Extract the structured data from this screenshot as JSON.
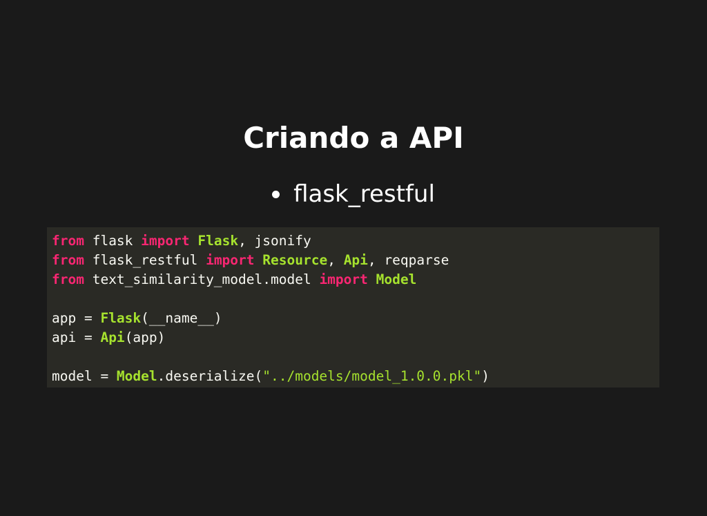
{
  "slide": {
    "title": "Criando a API",
    "bullets": [
      "flask_restful"
    ]
  },
  "code": {
    "language": "python",
    "theme_colors": {
      "background": "#2a2a25",
      "keyword": "#f92672",
      "class_name": "#a6e22e",
      "string": "#a6e22e",
      "plain": "#f8f8f2"
    },
    "lines": [
      [
        {
          "t": "keyword",
          "v": "from"
        },
        {
          "t": "plain",
          "v": " flask "
        },
        {
          "t": "keyword",
          "v": "import"
        },
        {
          "t": "plain",
          "v": " "
        },
        {
          "t": "class",
          "v": "Flask"
        },
        {
          "t": "plain",
          "v": ", jsonify"
        }
      ],
      [
        {
          "t": "keyword",
          "v": "from"
        },
        {
          "t": "plain",
          "v": " flask_restful "
        },
        {
          "t": "keyword",
          "v": "import"
        },
        {
          "t": "plain",
          "v": " "
        },
        {
          "t": "class",
          "v": "Resource"
        },
        {
          "t": "plain",
          "v": ", "
        },
        {
          "t": "class",
          "v": "Api"
        },
        {
          "t": "plain",
          "v": ", reqparse"
        }
      ],
      [
        {
          "t": "keyword",
          "v": "from"
        },
        {
          "t": "plain",
          "v": " text_similarity_model.model "
        },
        {
          "t": "keyword",
          "v": "import"
        },
        {
          "t": "plain",
          "v": " "
        },
        {
          "t": "class",
          "v": "Model"
        }
      ],
      [],
      [
        {
          "t": "plain",
          "v": "app = "
        },
        {
          "t": "class",
          "v": "Flask"
        },
        {
          "t": "plain",
          "v": "(__name__)"
        }
      ],
      [
        {
          "t": "plain",
          "v": "api = "
        },
        {
          "t": "class",
          "v": "Api"
        },
        {
          "t": "plain",
          "v": "(app)"
        }
      ],
      [],
      [
        {
          "t": "plain",
          "v": "model = "
        },
        {
          "t": "class",
          "v": "Model"
        },
        {
          "t": "plain",
          "v": ".deserialize("
        },
        {
          "t": "string",
          "v": "\"../models/model_1.0.0.pkl\""
        },
        {
          "t": "plain",
          "v": ")"
        }
      ]
    ]
  }
}
